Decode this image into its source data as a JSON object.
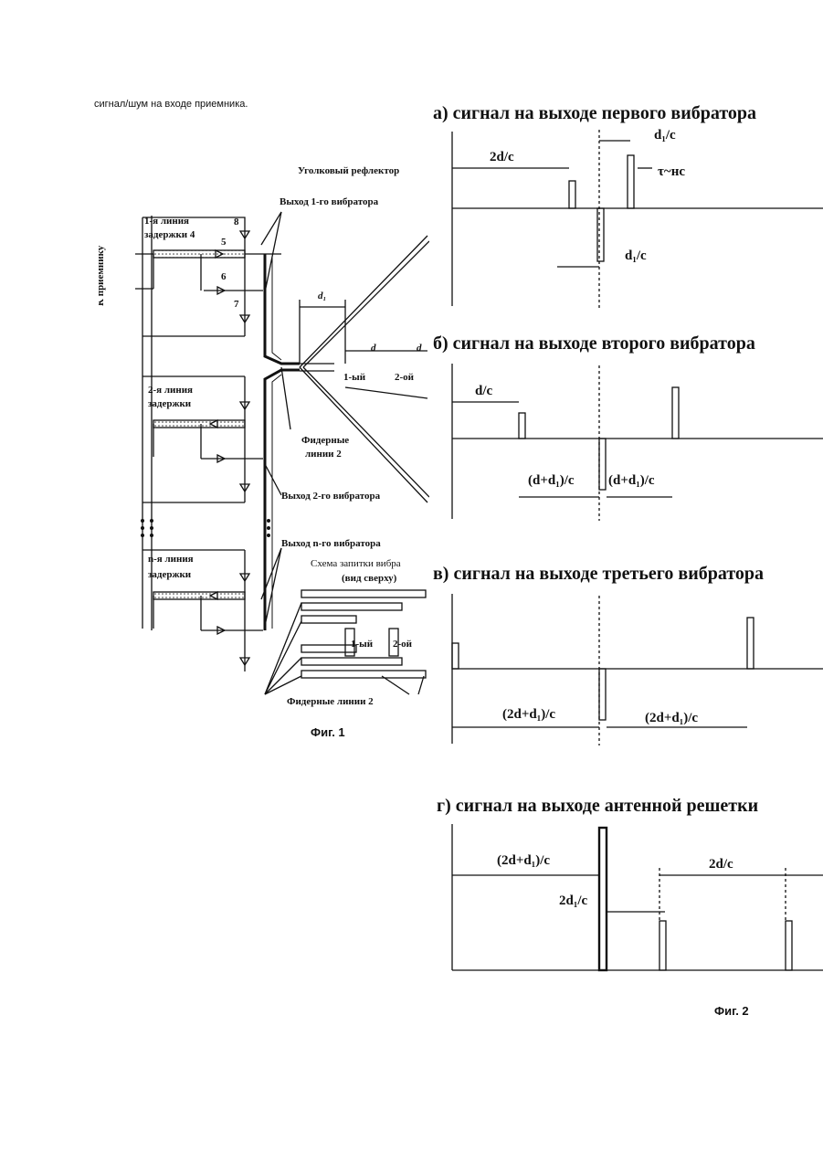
{
  "intro_text": "сигнал/шум на входе приемника.",
  "fig1": {
    "caption": "Фиг. 1",
    "to_receiver": "К приемнику",
    "corner_reflector": "Уголковый рефлектор",
    "vib1_output": "Выход 1-го вибратора",
    "vib2_output": "Выход 2-го вибратора",
    "vibn_output": "Выход n-го вибратора",
    "delay_line_1": [
      "1-я линия",
      "задержки 4"
    ],
    "delay_line_2": [
      "2-я линия",
      "задержки"
    ],
    "delay_line_n": [
      "n-я линия",
      "задержки"
    ],
    "feeder_lines": [
      "Фидерные",
      "линии 2"
    ],
    "feeder_lines_bottom": "Фидерные линии 2",
    "scheme_title": [
      "Схема запитки вибра",
      "(вид сверху)"
    ],
    "d1_label": "d₁",
    "d_label": "d",
    "vib_first": "1-ый",
    "vib_second": "2-ой",
    "num_labels": [
      "8",
      "5",
      "6",
      "7"
    ]
  },
  "fig2": {
    "caption": "Фиг. 2",
    "panel_a": {
      "title": "а) сигнал на выходе первого вибратора",
      "label_2d_c": "2d/c",
      "label_d1_c_top": "d₁/c",
      "label_tau": "τ~нс",
      "label_d1_c_bottom": "d₁/c"
    },
    "panel_b": {
      "title": "б) сигнал на выходе второго вибратора",
      "label_d_c": "d/c",
      "label_left": "(d+d₁)/c",
      "label_right": "(d+d₁)/c"
    },
    "panel_v": {
      "title": "в) сигнал на выходе третьего вибратора",
      "label_left": "(2d+d₁)/c",
      "label_right": "(2d+d₁)/c"
    },
    "panel_g": {
      "title": "г) сигнал на выходе антенной решетки",
      "label_2d_d1_c": "(2d+d₁)/c",
      "label_2d_c": "2d/c",
      "label_2d1_c": "2d₁/c"
    }
  }
}
